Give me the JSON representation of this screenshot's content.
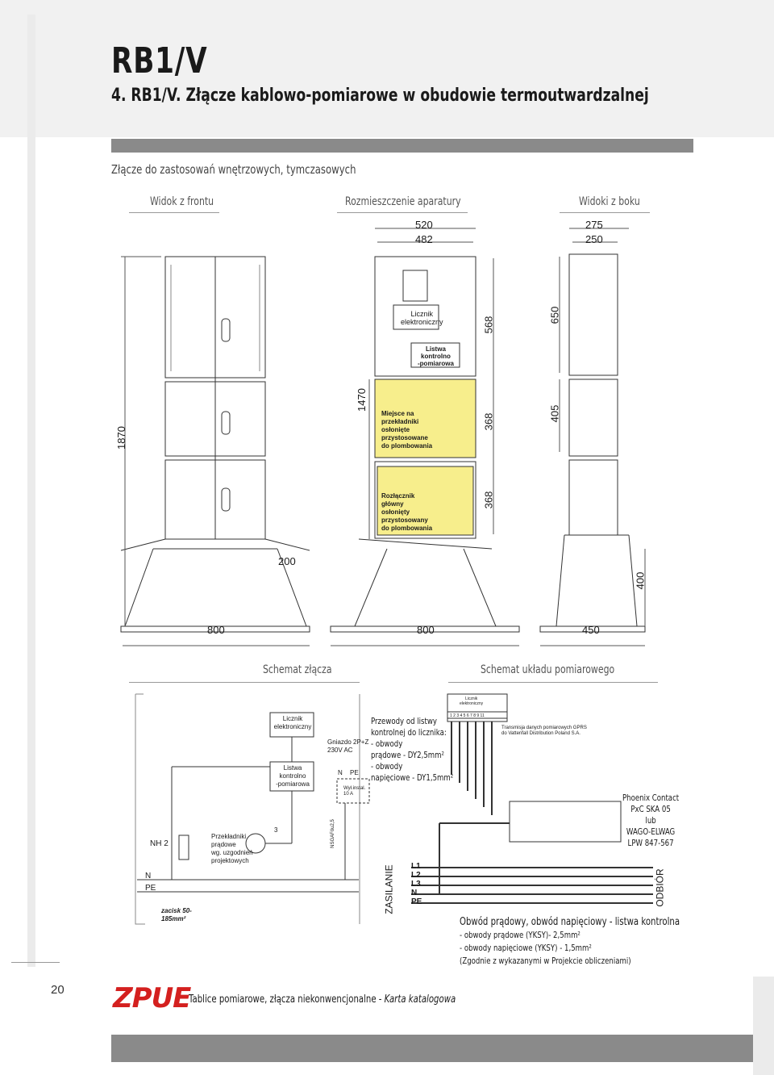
{
  "header": {
    "title": "RB1/V",
    "subtitle": "4. RB1/V. Złącze kablowo-pomiarowe w obudowie termoutwardzalnej",
    "intro": "Złącze do zastosowań wnętrzowych, tymczasowych"
  },
  "views": {
    "front": "Widok z frontu",
    "layout": "Rozmieszczenie aparatury",
    "side": "Widoki z boku"
  },
  "dimensions": {
    "d520": "520",
    "d482": "482",
    "d275": "275",
    "d250": "250",
    "d568": "568",
    "d650": "650",
    "d1470": "1470",
    "d1870": "1870",
    "d368a": "368",
    "d405": "405",
    "d368b": "368",
    "d200": "200",
    "d400": "400",
    "d800a": "800",
    "d800b": "800",
    "d450": "450"
  },
  "layout_labels": {
    "meter1": "Licznik",
    "meter2": "elektroniczny",
    "strip1": "Listwa",
    "strip2": "kontrolno",
    "strip3": "-pomiarowa",
    "ct": [
      "Miejsce na",
      "przekładniki",
      "osłonięte",
      "przystosowane",
      "do plombowania"
    ],
    "sw": [
      "Rozłącznik",
      "główny",
      "osłonięty",
      "przystosowany",
      "do plombowania"
    ]
  },
  "schemes": {
    "left_title": "Schemat złącza",
    "right_title": "Schemat układu pomiarowego"
  },
  "scheme_left": {
    "meter": [
      "Licznik",
      "elektroniczny"
    ],
    "strip": [
      "Listwa",
      "kontrolno",
      "-pomiarowa"
    ],
    "socket": [
      "Gniazdo 2P+Z",
      "230V AC"
    ],
    "n": "N",
    "pe": "PE",
    "wyl": [
      "Wył.instal.",
      "10 A"
    ],
    "nh": "NH 2",
    "ct": [
      "Przekładniki",
      "prądowe",
      "wg. uzgodnień",
      "projektowych"
    ],
    "three": "3",
    "nsgaf": "NSGAFöu2,5",
    "bus_n": "N",
    "bus_pe": "PE",
    "clamp": [
      "zacisk 50-",
      "185mm²"
    ]
  },
  "scheme_note": [
    "Przewody od listwy",
    "kontrolnej do licznika:",
    "- obwody",
    "prądowe - DY2,5mm²",
    "- obwody",
    "napięciowe - DY1,5mm²"
  ],
  "scheme_right": {
    "meter": [
      "Licznik",
      "elektroniczny"
    ],
    "terminals": "1 2 3 4 5 6 7 8 9 11",
    "gprs": [
      "Transmisja danych pomiarowych GPRS",
      "do Vattenfall Distribution Poland S.A."
    ],
    "phoenix": [
      "Phoenix Contact",
      "PxC SKA 05",
      "lub",
      "WAGO-ELWAG",
      "LPW 847-567"
    ],
    "lines": [
      "L1",
      "L2",
      "L3",
      "N",
      "PE"
    ],
    "supply": "ZASILANIE",
    "out": "ODBIÓR",
    "legend": [
      "Obwód prądowy, obwód napięciowy - listwa kontrolna",
      "- obwody prądowe (YKSY)- 2,5mm²",
      "- obwody napięciowe (YKSY) - 1,5mm²",
      "(Zgodnie z wykazanymi w Projekcie obliczeniami)"
    ]
  },
  "footer": {
    "page": "20",
    "logo": "ZPUE",
    "text": "Tablice pomiarowe, złącza niekonwencjonalne - ",
    "text_italic": "Karta katalogowa"
  }
}
